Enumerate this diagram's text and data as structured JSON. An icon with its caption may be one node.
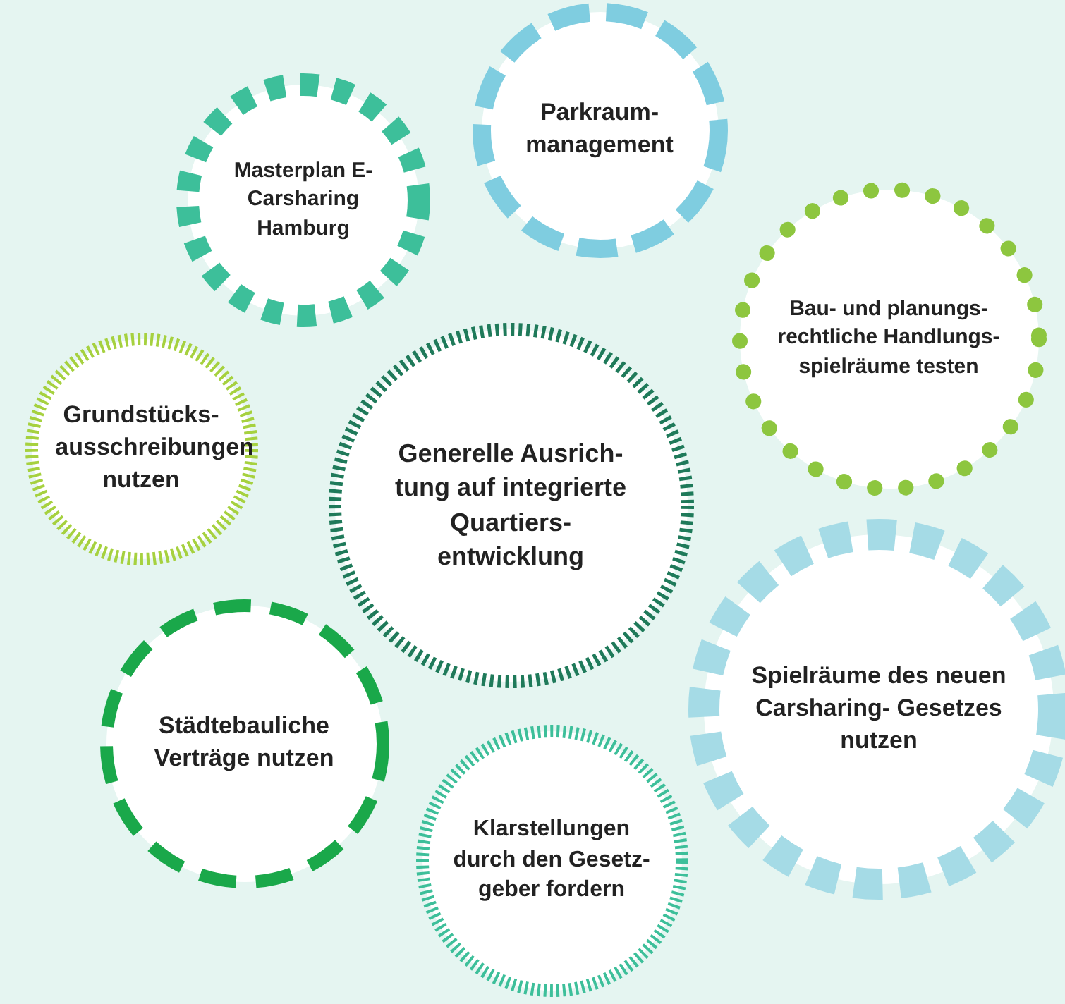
{
  "diagram": {
    "nodes": [
      {
        "text": [
          "Masterplan E-Carsharing Hamburg"
        ]
      },
      {
        "text": [
          "Parkraum- management"
        ]
      },
      {
        "text": [
          "Bau- und planungs- rechtliche Handlungs- spielräume testen"
        ]
      },
      {
        "text": [
          "Grundstücks- ausschreibungen nutzen"
        ]
      },
      {
        "text": [
          "Generelle Ausrich- tung auf integrierte Quartiers- entwicklung"
        ]
      },
      {
        "text": [
          "Spielräume des neuen Carsharing- Gesetzes nutzen"
        ]
      },
      {
        "text": [
          "Städtebauliche Verträge nutzen"
        ]
      },
      {
        "text": [
          "Klarstellungen durch den Gesetz- geber fordern"
        ]
      }
    ]
  }
}
